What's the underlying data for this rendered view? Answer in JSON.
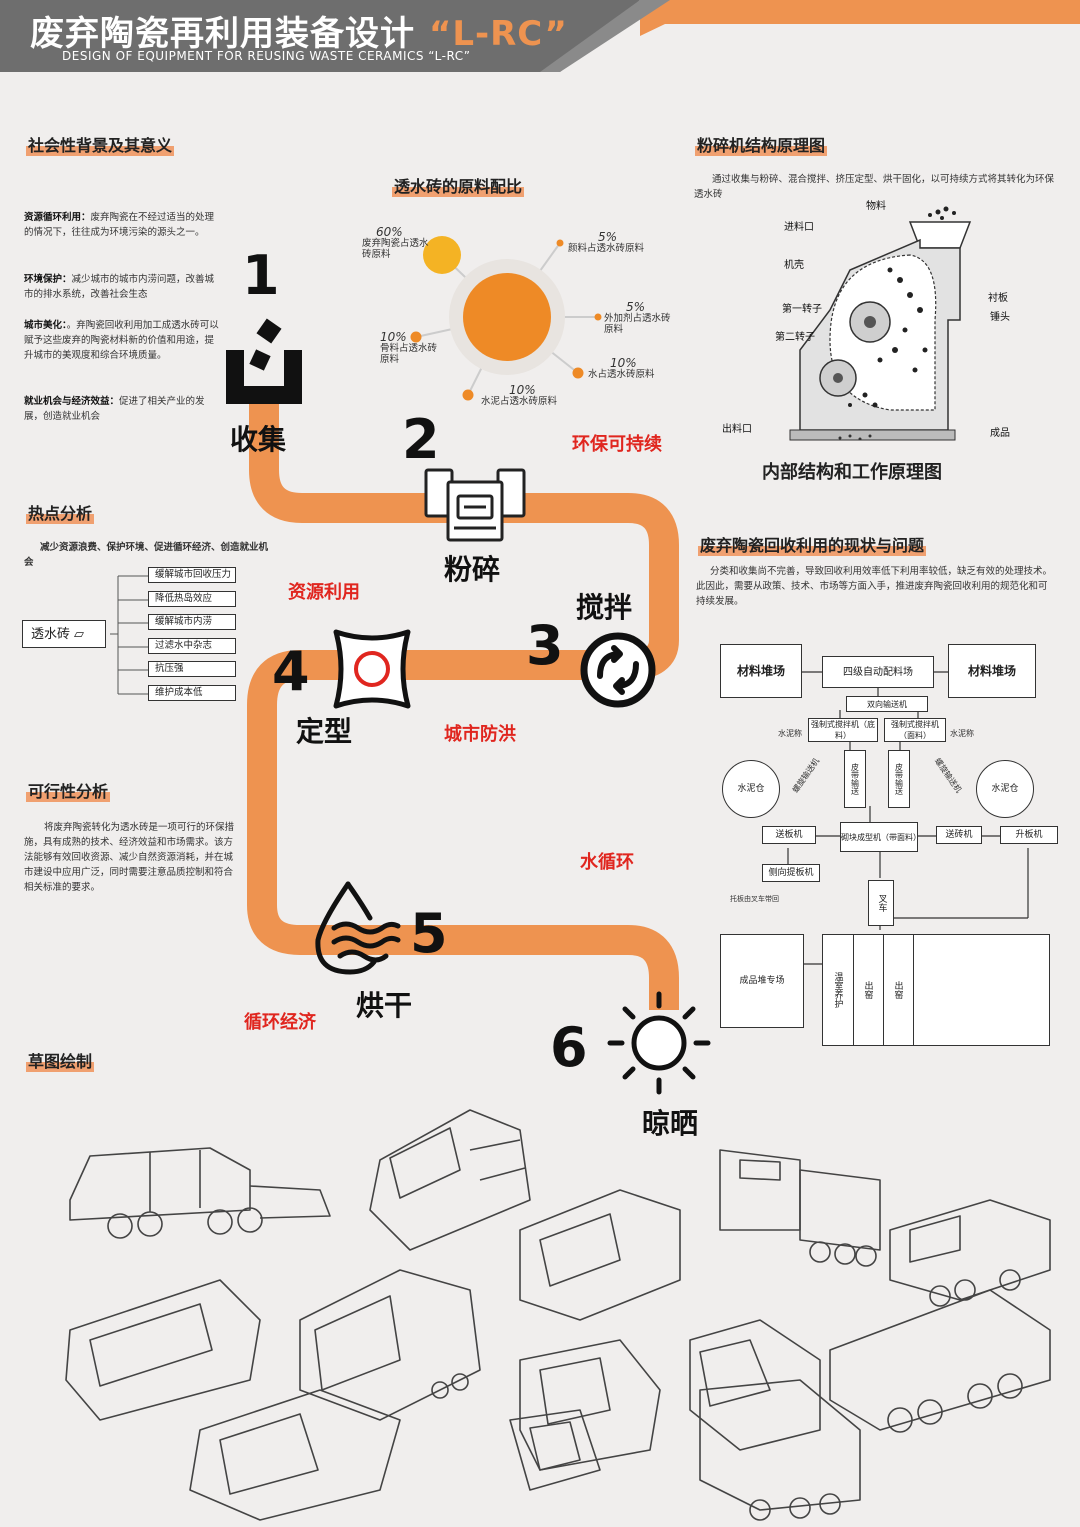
{
  "header": {
    "title_cn": "废弃陶瓷再利用装备设计",
    "title_code": "“L-RC”",
    "subtitle_en": "DESIGN OF EQUIPMENT FOR REUSING WASTE CERAMICS  “L-RC”"
  },
  "social": {
    "title": "社会性背景及其意义",
    "items": [
      {
        "head": "资源循环利用：",
        "text": "废弃陶瓷在不经过适当的处理的情况下，往往成为环境污染的源头之一。"
      },
      {
        "head": "环境保护：",
        "text": "减少城市的城市内涝问题，改善城市的排水系统，改善社会生态"
      },
      {
        "head": "城市美化：",
        "text": "。弃陶瓷回收利用加工成透水砖可以赋予这些废弃的陶瓷材料新的价值和用途，提升城市的美观度和综合环境质量。"
      },
      {
        "head": "就业机会与经济效益：",
        "text": "促进了相关产业的发展，创造就业机会"
      }
    ]
  },
  "ratio": {
    "title": "透水砖的原料配比",
    "items": [
      {
        "pct": "60%",
        "label": "废弃陶瓷占透水砖原料"
      },
      {
        "pct": "5%",
        "label": "颜料占透水砖原料"
      },
      {
        "pct": "5%",
        "label": "外加剂占透水砖原料"
      },
      {
        "pct": "10%",
        "label": "水占透水砖原料"
      },
      {
        "pct": "10%",
        "label": "水泥占透水砖原料"
      },
      {
        "pct": "10%",
        "label": "骨料占透水砖原料"
      }
    ],
    "colors": {
      "main": "#ee8a26",
      "accent": "#f4b324"
    }
  },
  "crusher": {
    "title": "粉碎机结构原理图",
    "desc": "通过收集与粉碎、混合搅拌、挤压定型、烘干固化，以可持续方式将其转化为环保透水砖",
    "labels": {
      "material": "物料",
      "inlet": "进料口",
      "shell": "机壳",
      "rotor1": "第一转子",
      "rotor2": "第二转子",
      "liner": "衬板",
      "hammer": "锤头",
      "outlet": "出料口",
      "product": "成品"
    },
    "caption": "内部结构和工作原理图"
  },
  "process": {
    "steps": [
      {
        "num": "1",
        "label": "收集"
      },
      {
        "num": "2",
        "label": "粉碎"
      },
      {
        "num": "3",
        "label": "搅拌"
      },
      {
        "num": "4",
        "label": "定型"
      },
      {
        "num": "5",
        "label": "烘干"
      },
      {
        "num": "6",
        "label": "晾晒"
      }
    ],
    "tags": [
      "环保可持续",
      "资源利用",
      "城市防洪",
      "水循环",
      "循环经济"
    ],
    "path_color": "#ee9350"
  },
  "hotspot": {
    "title": "热点分析",
    "desc": "减少资源浪费、保护环境、促进循环经济、创造就业机会",
    "root": "透水砖",
    "items": [
      "缓解城市回收压力",
      "降低热岛效应",
      "缓解城市内涝",
      "过滤水中杂志",
      "抗压强",
      "维护成本低"
    ]
  },
  "feasibility": {
    "title": "可行性分析",
    "text": "将废弃陶瓷转化为透水砖是一项可行的环保措施，具有成熟的技术、经济效益和市场需求。该方法能够有效回收资源、减少自然资源消耗，并在城市建设中应用广泛，同时需要注意品质控制和符合相关标准的要求。"
  },
  "status": {
    "title": "废弃陶瓷回收利用的现状与问题",
    "text": "分类和收集尚不完善，导致回收利用效率低下利用率较低，缺乏有效的处理技术。此因此，需要从政策、技术、市场等方面入手，推进废弃陶瓷回收利用的规范化和可持续发展。"
  },
  "flow": {
    "yard_left": "材料堆场",
    "batching": "四级自动配料场",
    "yard_right": "材料堆场",
    "conveyor": "双向输送机",
    "mixer_a": "强制式搅拌机（底料）",
    "mixer_b": "强制式搅拌机（面料）",
    "scale_left": "水泥称",
    "scale_right": "水泥称",
    "silo_left": "水泥仓",
    "silo_right": "水泥仓",
    "screw_left": "螺旋输送机",
    "screw_right": "螺旋输送机",
    "belt_a": "皮带输送",
    "belt_b": "皮带输送",
    "feeder_left": "送板机",
    "molder": "砌块成型机（带面料）",
    "feeder_right": "送砖机",
    "lifter": "升板机",
    "side_lift": "侧向提板机",
    "forklift_note": "托板由叉车带回",
    "forklift": "叉车",
    "product_yard": "成品堆专场",
    "curing": "温室养护",
    "out1": "出窑",
    "out2": "出窑"
  },
  "sketch": {
    "title": "草图绘制"
  }
}
